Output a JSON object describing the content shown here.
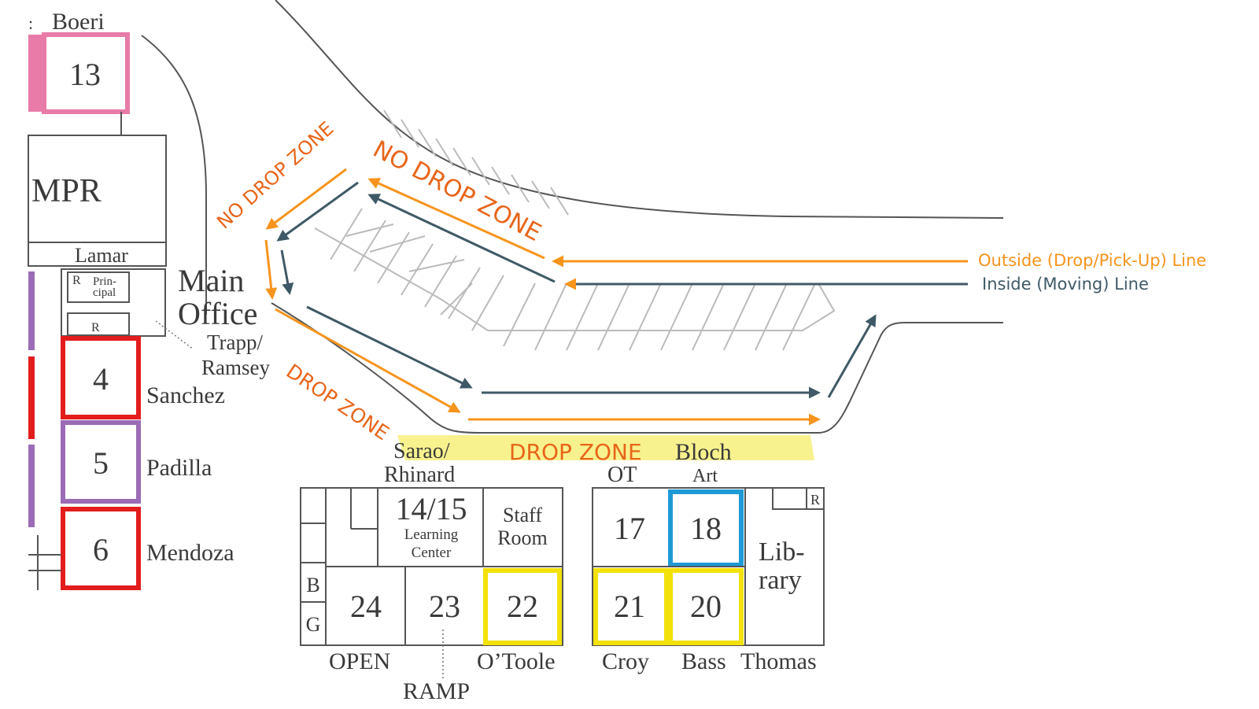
{
  "colors": {
    "outside_line": "#f7941d",
    "inside_line": "#3f5a66",
    "zone_text": "#e8651a",
    "highlight": "#f6f07a",
    "pink": "#e87ba8",
    "red": "#e31c1c",
    "purple": "#9b6bb5",
    "blue": "#1e9ad6",
    "yellow": "#f2e10a"
  },
  "legend": {
    "outside": "Outside (Drop/Pick-Up) Line",
    "inside": "Inside (Moving) Line"
  },
  "zones": {
    "no_drop_1": "NO DROP ZONE",
    "no_drop_2": "NO DROP ZONE",
    "drop_1": "DROP ZONE",
    "drop_2": "DROP ZONE"
  },
  "labels": {
    "boeri": "Boeri",
    "boeri_prefix": ":",
    "room13": "13",
    "mpr": "MPR",
    "lamar": "Lamar",
    "main_office_1": "Main",
    "main_office_2": "Office",
    "r1": "R",
    "principal_1": "Prin-",
    "principal_2": "cipal",
    "r2": "R",
    "trapp_1": "Trapp/",
    "trapp_2": "Ramsey",
    "room4": "4",
    "sanchez": "Sanchez",
    "room5": "5",
    "padilla": "Padilla",
    "room6": "6",
    "mendoza": "Mendoza",
    "sarao_1": "Sarao/",
    "sarao_2": "Rhinard",
    "room14": "14/15",
    "learning_1": "Learning",
    "learning_2": "Center",
    "staff_1": "Staff",
    "staff_2": "Room",
    "b": "B",
    "g": "G",
    "room24": "24",
    "room23": "23",
    "room22": "22",
    "open": "OPEN",
    "otoole": "O’Toole",
    "ramp": "RAMP",
    "bloch": "Bloch",
    "ot": "OT",
    "art": "Art",
    "room17": "17",
    "room18": "18",
    "r3": "R",
    "library_1": "Lib-",
    "library_2": "rary",
    "room21": "21",
    "room20": "20",
    "croy": "Croy",
    "bass": "Bass",
    "thomas": "Thomas"
  }
}
